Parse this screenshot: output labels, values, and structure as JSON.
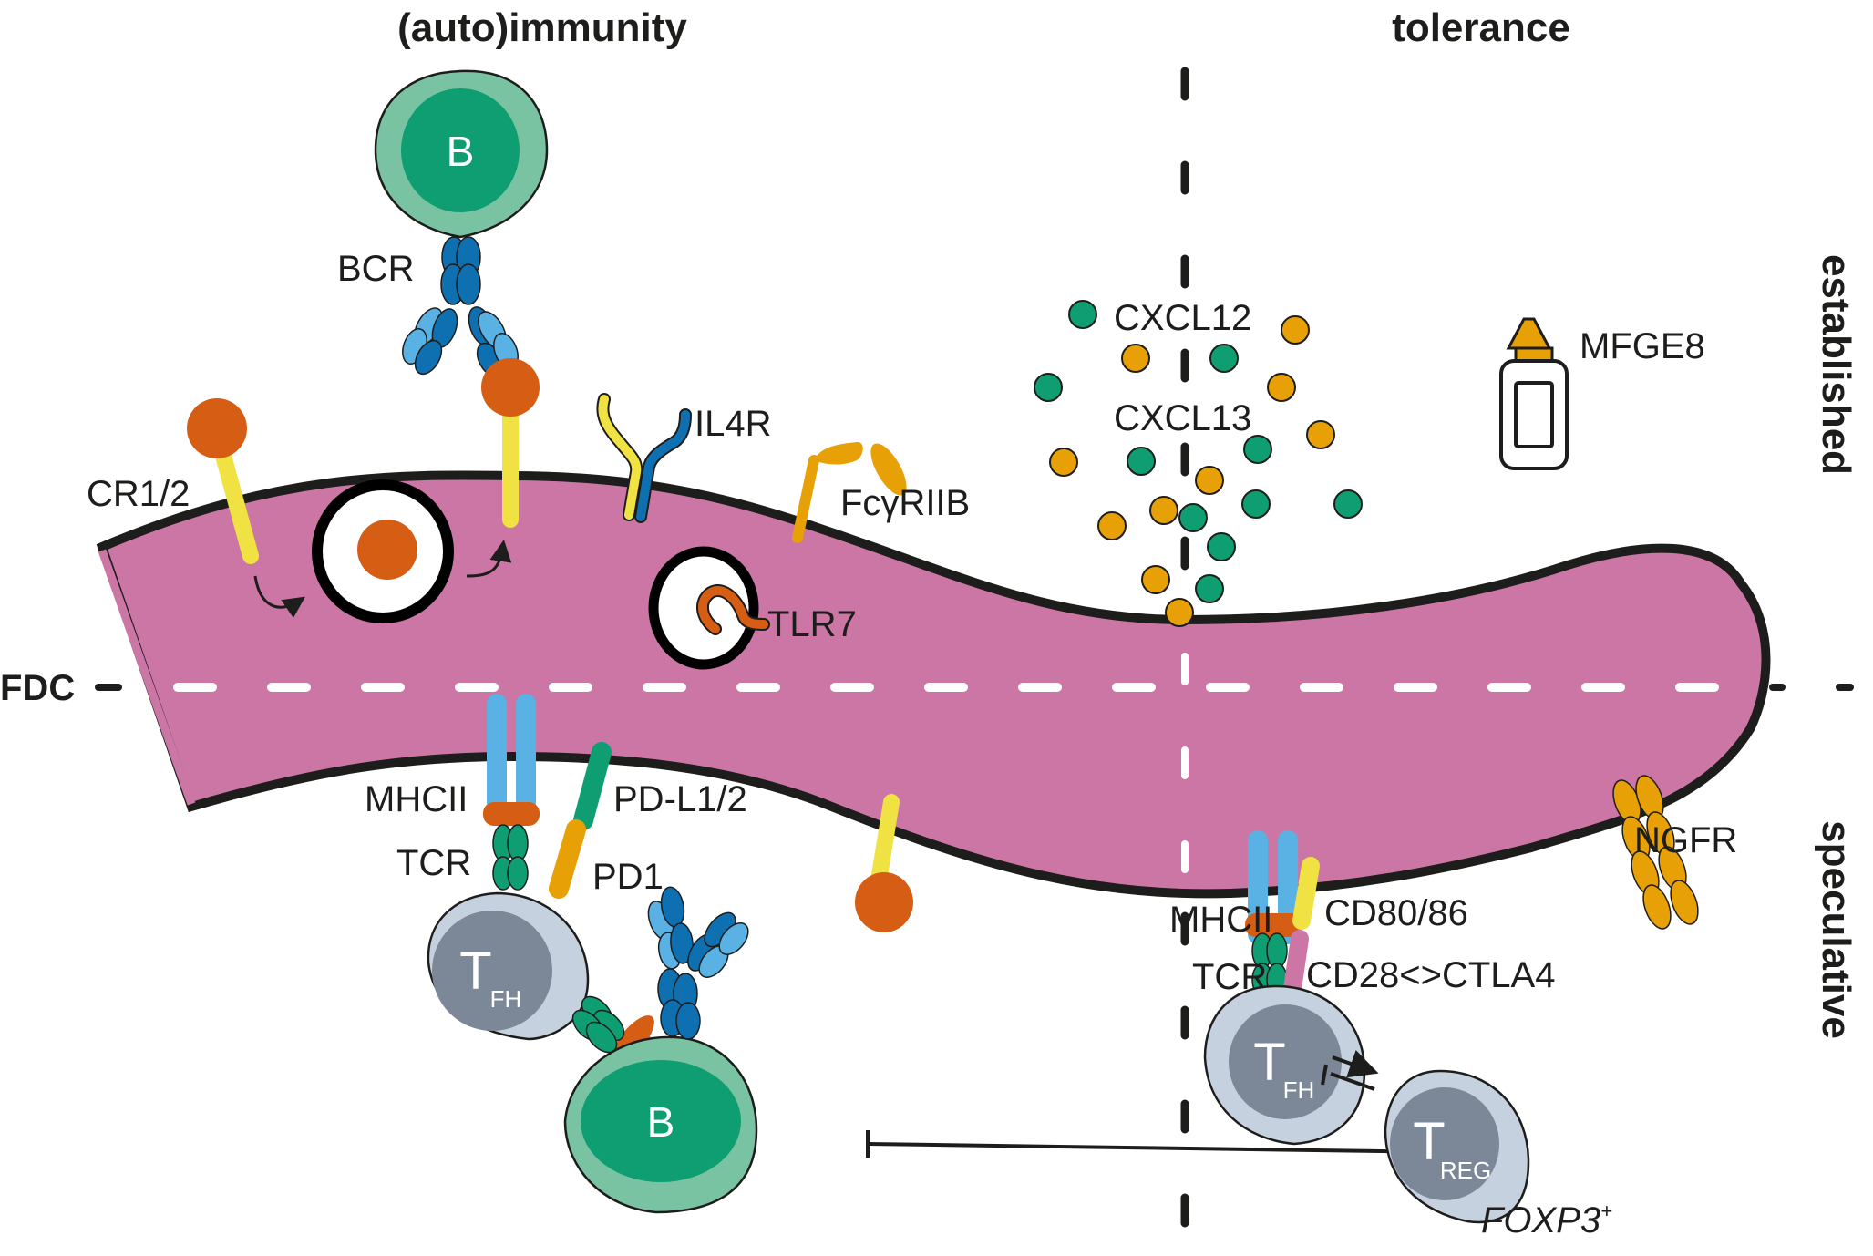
{
  "headers": {
    "left": "(auto)immunity",
    "right": "tolerance",
    "established": "established",
    "speculative": "speculative",
    "fdc": "FDC"
  },
  "labels": {
    "bcr": "BCR",
    "cr12": "CR1/2",
    "il4r": "IL4R",
    "fcgr2b": "FcγRIIB",
    "tlr7": "TLR7",
    "cxcl12": "CXCL12",
    "cxcl13": "CXCL13",
    "mfge8": "MFGE8",
    "mhcii_left": "MHCII",
    "tcr_left": "TCR",
    "pdl12": "PD-L1/2",
    "pd1": "PD1",
    "mhcii_right": "MHCII",
    "tcr_right": "TCR",
    "cd8086": "CD80/86",
    "cd28ctla4": "CD28<>CTLA4",
    "ngfr": "NGFR",
    "foxp3": "FOXP3",
    "foxp3_sup": "+"
  },
  "cells": {
    "b_top": "B",
    "b_bottom": "B",
    "tfh_left": {
      "main": "T",
      "sub": "FH"
    },
    "tfh_right": {
      "main": "T",
      "sub": "FH"
    },
    "treg": {
      "main": "T",
      "sub": "REG"
    }
  },
  "colors": {
    "fdc_fill": "#cc76a6",
    "outline": "#1d1d1b",
    "b_outer": "#7ac3a2",
    "b_inner": "#0e9e71",
    "t_outer": "#c5d1df",
    "t_inner": "#7c8797",
    "complement_orange": "#d65e14",
    "cr_yellow": "#efe242",
    "ig_dark_blue": "#0e70b1",
    "ig_light_blue": "#5ab1e3",
    "tcr_green": "#0e9e71",
    "chemokine_orange": "#e8a007",
    "cd28_pink": "#cc76a6"
  }
}
